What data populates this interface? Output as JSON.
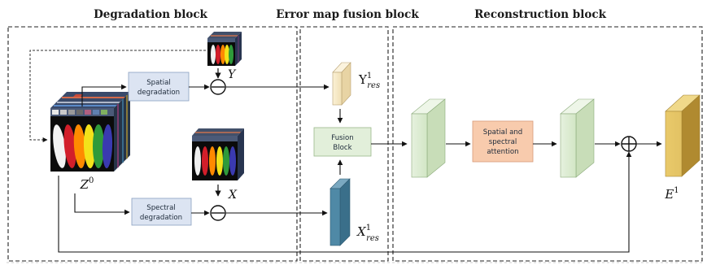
{
  "sections": {
    "degradation": "Degradation block",
    "fusion": "Error map fusion block",
    "reconstruction": "Reconstruction block"
  },
  "boxes": {
    "spatial_degradation": [
      "Spatial",
      "degradation"
    ],
    "spectral_degradation": [
      "Spectral",
      "degradation"
    ],
    "fusion_block": [
      "Fusion",
      "Block"
    ],
    "attention": [
      "Spatial and",
      "spectral",
      "attention"
    ]
  },
  "symbols": {
    "z0_base": "Z",
    "z0_sup": "0",
    "y": "Y",
    "x": "X",
    "yres_base": "Y",
    "yres_sup": "1",
    "yres_sub": "res",
    "xres_base": "X",
    "xres_sup": "1",
    "xres_sub": "res",
    "e1_base": "E",
    "e1_sup": "1"
  },
  "colors": {
    "box_blue": "#dce4f2",
    "box_green": "#e2efda",
    "box_orange": "#f8cbad",
    "yres_cube": "#f5e8c8",
    "xres_cube": "#4f89a6",
    "green_cube": "#e2efda",
    "e1_cube": "#e8c872"
  }
}
